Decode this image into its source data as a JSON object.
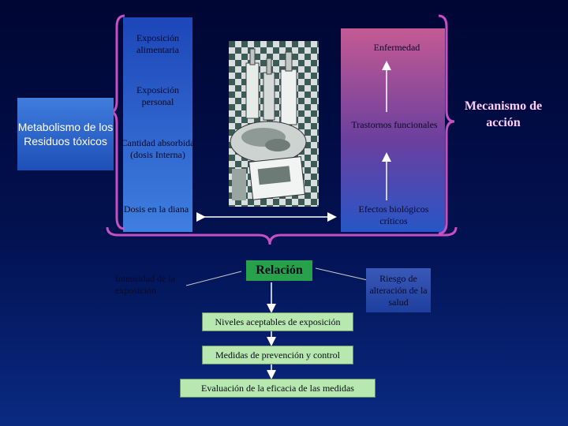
{
  "left_column": {
    "exposicion_alimentaria": "Exposición alimentaria",
    "exposicion_personal": "Exposición personal",
    "cantidad_absorbida": "Cantidad absorbida (dosis Interna)",
    "dosis_diana": "Dosis en la diana"
  },
  "right_column": {
    "enfermedad": "Enfermedad",
    "trastornos": "Trastornos funcionales",
    "efectos": "Efectos biológicos críticos"
  },
  "side_labels": {
    "metabolismo": "Metabolismo de los Residuos tóxicos",
    "mecanismo": "Mecanismo de acción"
  },
  "lower": {
    "intensidad": "Intensidad de la exposición",
    "relacion": "Relación",
    "riesgo": "Riesgo de alteración de la salud",
    "niveles": "Niveles aceptables de exposición",
    "medidas": "Medidas de prevención y control",
    "evaluacion": "Evaluación de la eficacia de las medidas"
  },
  "colors": {
    "brace": "#c64fc4",
    "green_box": "#b7e8b0",
    "relacion_box": "#27a24b",
    "blue_column": "#2f68d0",
    "pink_column": "#c45a93"
  },
  "icons": {
    "photo": "food-and-bottles-picture"
  }
}
